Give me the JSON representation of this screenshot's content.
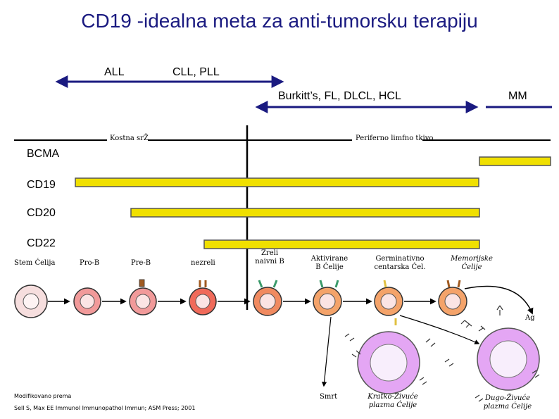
{
  "title": "CD19 -idealna meta za anti-tumorsku terapiju",
  "diseases": {
    "all": "ALL",
    "cll": "CLL, PLL",
    "burkitt": "Burkitt’s, FL, DLCL, HCL",
    "mm": "MM"
  },
  "regions": {
    "left": "Kostna srŽ",
    "right": "Periferno limfno tkivo"
  },
  "markers": [
    "BCMA",
    "CD19",
    "CD20",
    "CD22"
  ],
  "stages": {
    "stem": "Stem Ćelija",
    "prob": "Pro-B",
    "preb": "Pre-B",
    "immature": "nezreli",
    "mature": "Zreli naivni B",
    "activated": "Aktivirane B Ćelije",
    "germinal": "Germinativno centarska Ćel.",
    "memory": "Memorijske Ćelije",
    "shortplasma": "Kratko-Živuće plazma Ćelije",
    "longplasma": "Dugo-Živuće plazma Ćelije",
    "ag": "Ag",
    "smrt": "Smrt"
  },
  "citation": {
    "line1": "Modifikovano prema",
    "line2": "Sell S, Max EE Immunol Immunopathol Immun; ASM Press; 2001"
  },
  "colors": {
    "title": "#1a1a80",
    "arrow": "#1a1a80",
    "bar_fill": "#f0e000",
    "bar_stroke": "#555555",
    "stem_cell": "#f6dede",
    "pre_cells": "#f19a9a",
    "activated_cells": "#f4a36a",
    "plasma_cells": "#e4a6f4"
  }
}
